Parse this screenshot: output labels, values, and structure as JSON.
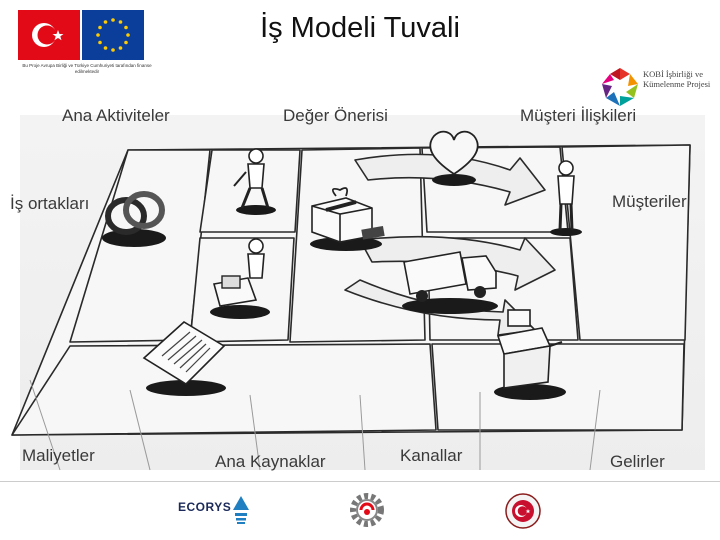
{
  "slide": {
    "title": "İş Modeli Tuvali",
    "labels": {
      "key_partners": "İş ortakları",
      "key_activities": "Ana Aktiviteler",
      "value_proposition": "Değer Önerisi",
      "customer_relationships": "Müşteri İlişkileri",
      "customer_segments": "Müşteriler",
      "cost_structure": "Maliyetler",
      "key_resources": "Ana Kaynaklar",
      "channels": "Kanallar",
      "revenue_streams": "Gelirler"
    }
  },
  "header": {
    "funding_note": "Bu Proje Avrupa Birliği ve Türkiye Cumhuriyeti tarafından finanse edilmektedir",
    "kobi_logo_text": "KOBİ İşbirliği ve Kümelenme Projesi"
  },
  "footer": {
    "ecorys_text": "ECORYS"
  },
  "colors": {
    "flag_red": "#e30a17",
    "eu_blue": "#0b3d9b",
    "eu_star": "#ffcc00",
    "canvas_bg": "#efefef",
    "line": "#2a2a2a"
  },
  "icons": [
    "turkish-flag-icon",
    "eu-flag-icon",
    "kobi-logo-icon",
    "rings-icon",
    "worker-icon",
    "gift-box-icon",
    "heart-icon",
    "customer-person-icon",
    "delivery-truck-icon",
    "forklift-person-icon",
    "invoice-document-icon",
    "cash-register-icon",
    "ecorys-logo-icon",
    "gear-logo-icon",
    "ministry-seal-icon"
  ]
}
